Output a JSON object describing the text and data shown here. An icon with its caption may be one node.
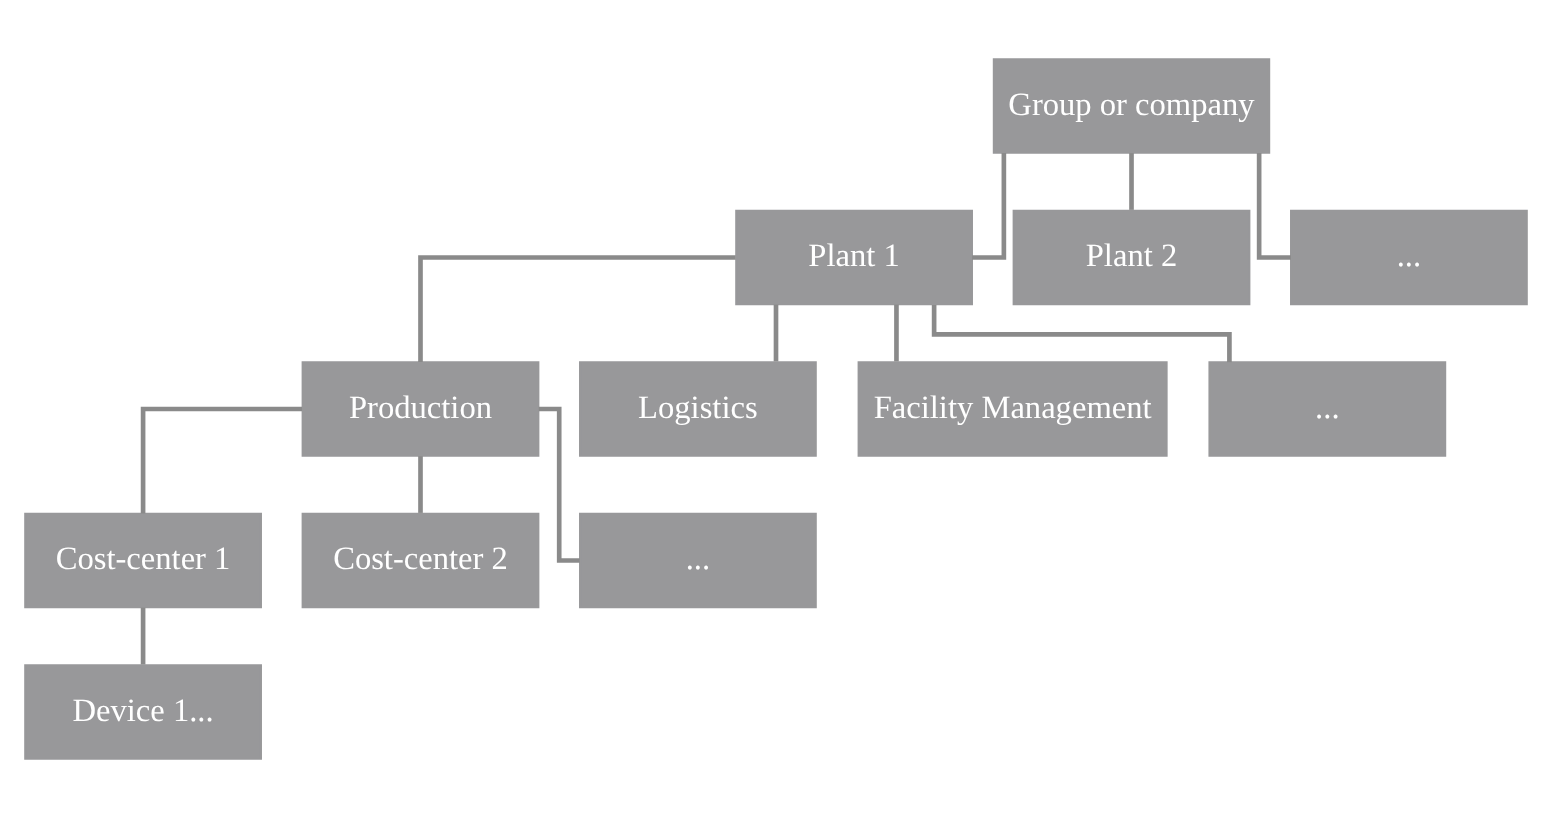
{
  "diagram": {
    "nodes": [
      {
        "text": [
          "Group or company"
        ]
      },
      {
        "text": [
          "Plant 1"
        ]
      },
      {
        "text": [
          "Plant 2"
        ]
      },
      {
        "text": [
          "..."
        ]
      },
      {
        "text": [
          "Production"
        ]
      },
      {
        "text": [
          "Logistics"
        ]
      },
      {
        "text": [
          "Facility Management"
        ]
      },
      {
        "text": [
          "..."
        ]
      },
      {
        "text": [
          "Cost-center 1"
        ]
      },
      {
        "text": [
          "Cost-center 2"
        ]
      },
      {
        "text": [
          "..."
        ]
      },
      {
        "text": [
          "Device 1..."
        ]
      }
    ],
    "edges": [
      {
        "from": 0,
        "to": 1,
        "arrow": "none"
      },
      {
        "from": 0,
        "to": 2,
        "arrow": "none"
      },
      {
        "from": 0,
        "to": 3,
        "arrow": "none"
      },
      {
        "from": 1,
        "to": 4,
        "arrow": "none"
      },
      {
        "from": 1,
        "to": 5,
        "arrow": "none"
      },
      {
        "from": 1,
        "to": 6,
        "arrow": "none"
      },
      {
        "from": 1,
        "to": 7,
        "arrow": "none"
      },
      {
        "from": 4,
        "to": 8,
        "arrow": "none"
      },
      {
        "from": 4,
        "to": 9,
        "arrow": "none"
      },
      {
        "from": 4,
        "to": 10,
        "arrow": "none"
      },
      {
        "from": 8,
        "to": 11,
        "arrow": "none"
      }
    ]
  }
}
